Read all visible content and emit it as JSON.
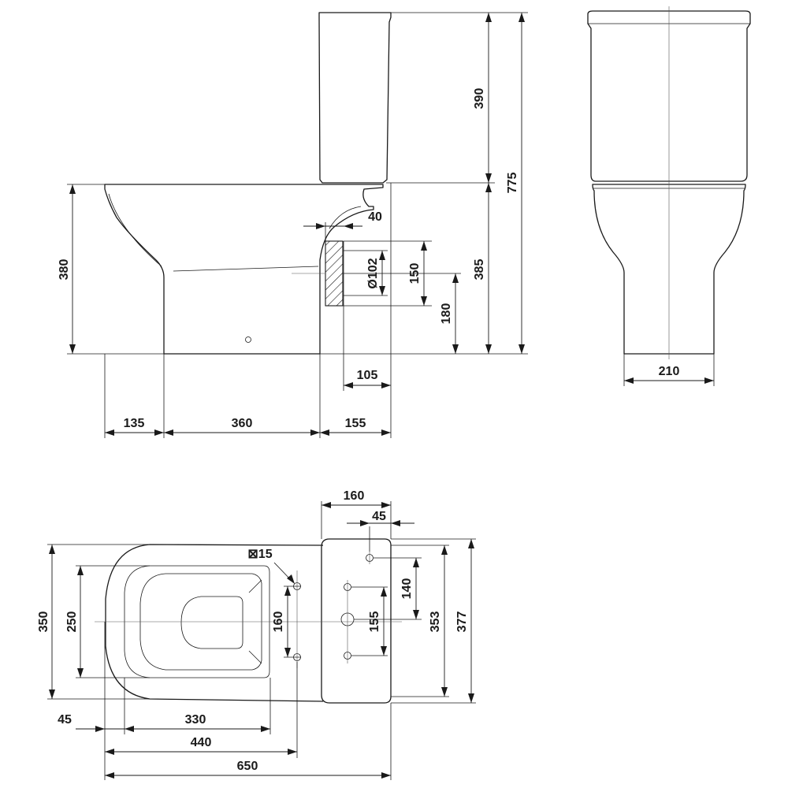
{
  "side_view": {
    "dims": {
      "tank_height": "390",
      "total_height": "775",
      "seat_height": "380",
      "outlet_top_height": "385",
      "outlet_center_height": "180",
      "outlet_zone": "150",
      "outlet_diameter": "Ø102",
      "outlet_depth": "40",
      "outlet_wall_distance": "105",
      "front_overhang": "135",
      "base_length": "360",
      "rear_offset": "155"
    }
  },
  "front_view": {
    "dims": {
      "base_width": "210"
    }
  },
  "top_view": {
    "dims": {
      "tank_depth": "160",
      "tank_hole_offset": "45",
      "seat_hole_square": "⊠15",
      "total_width": "350",
      "seat_width": "250",
      "seat_hole_spacing": "160",
      "tank_hole_spacing_a": "140",
      "tank_hole_spacing_b": "155",
      "tank_width_inner": "353",
      "tank_width_outer": "377",
      "front_offset": "45",
      "seat_length": "330",
      "hinge_distance": "440",
      "total_length": "650"
    }
  }
}
